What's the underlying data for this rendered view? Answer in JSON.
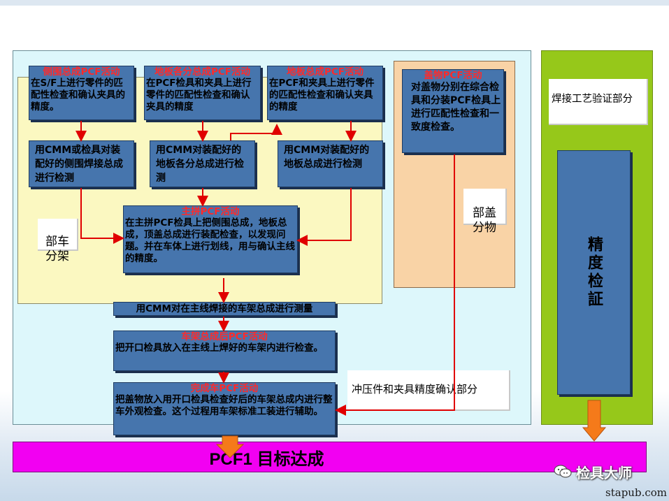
{
  "left_panel": {
    "label": "冲压件和夹具精度确认部分"
  },
  "body_section": {
    "label": "部车\n分架"
  },
  "cover_section": {
    "label": "部盖\n分物",
    "box": {
      "title": "盖物PCF活动",
      "text": "对盖物分别在综合检具和分装PCF检具上进行匹配性检查和一致度检查。"
    }
  },
  "right_panel": {
    "label": "焊接工艺验证部分",
    "big_box": "精度检証"
  },
  "top_boxes": [
    {
      "title": "侧围总成PCF活动",
      "text": "在S/F上进行零件的匹配性检查和确认夹具的精度。"
    },
    {
      "title": "地板各分总成PCF活动",
      "text": "在PCF检具和夹具上进行零件的匹配性检查和确认夹具的精度"
    },
    {
      "title": "地板总成PCF活动",
      "text": "在PCF和夹具上进行零件的匹配性检查和确认夹具的精度"
    }
  ],
  "cmm_boxes": [
    {
      "text": "用CMM或检具对装配好的侧围焊接总成进行检测"
    },
    {
      "text": "用CMM对装配好的地板各分总成进行检测"
    },
    {
      "text": "用CMM对装配好的地板总成进行检测"
    }
  ],
  "main_box": {
    "title": "主拼PCF活动",
    "text": "在主拼PCF检具上把侧围总成，地板总成，顶盖总成进行装配检查，以发现问题。并在车体上进行划线，用与确认主线的精度。"
  },
  "measure_box": {
    "text": "用CMM对在主线焊接的车架总成进行测量"
  },
  "frame_box": {
    "title": "车架总成后PCF活动",
    "text": "把开口检具放入在主线上焊好的车架内进行检查。"
  },
  "complete_box": {
    "title": "完成车PCF活动",
    "text": "把盖物放入用开口检具检查好后的车架总成内进行整车外观检查。这个过程用车架标准工装进行辅助。"
  },
  "goal_bar": {
    "text": "PCF1 目标达成"
  },
  "watermark": {
    "brand": "检具大师",
    "site": "stapub.com"
  },
  "colors": {
    "box_blue": "#4675ad",
    "title_red": "#ff2a2a",
    "arrow_red": "#e00000",
    "goal_magenta": "#f200f2",
    "arrow_orange": "#f57a1a"
  }
}
